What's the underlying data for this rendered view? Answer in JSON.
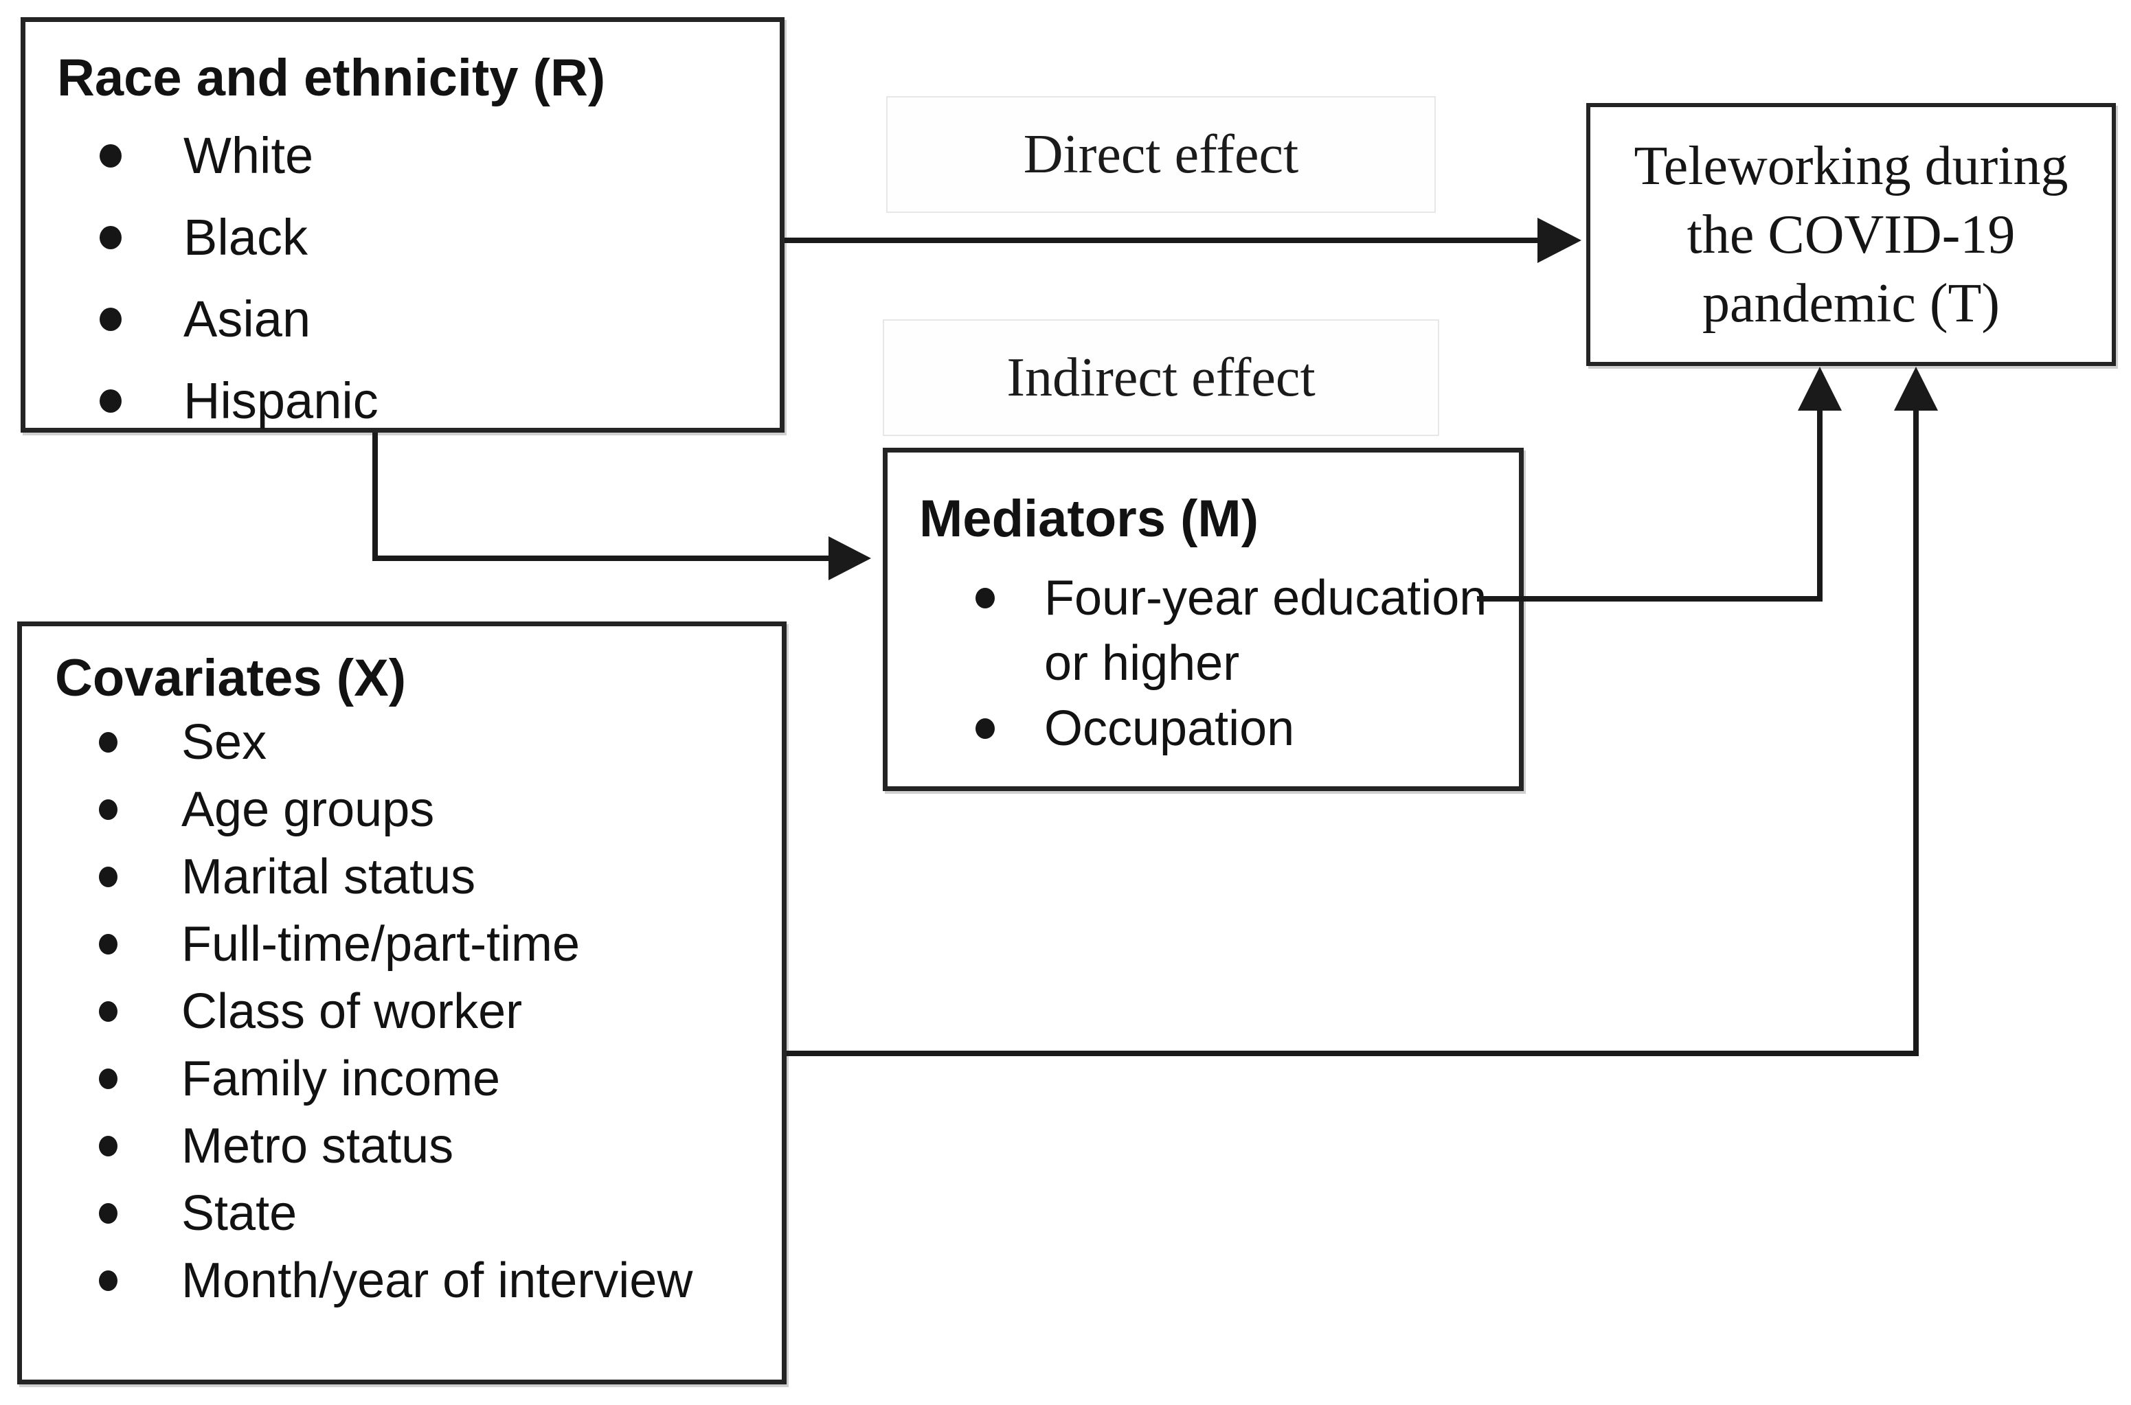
{
  "boxes": {
    "race": {
      "title": "Race and ethnicity (R)",
      "items": [
        "White",
        "Black",
        "Asian",
        "Hispanic"
      ]
    },
    "covariates": {
      "title": "Covariates (X)",
      "items": [
        "Sex",
        "Age groups",
        "Marital status",
        "Full-time/part-time",
        "Class of worker",
        "Family income",
        "Metro status",
        "State",
        "Month/year of interview"
      ]
    },
    "mediators": {
      "title": "Mediators (M)",
      "items": [
        "Four-year education or higher",
        "Occupation"
      ]
    },
    "outcome": {
      "title": "Teleworking during the COVID-19 pandemic (T)"
    }
  },
  "arrow_labels": {
    "direct": "Direct effect",
    "indirect": "Indirect effect"
  },
  "colors": {
    "background": "#ffffff",
    "text": "#121212",
    "box_border": "#242424",
    "arrow": "#1a1a1a",
    "label_box_border": "#e7e7e7"
  }
}
